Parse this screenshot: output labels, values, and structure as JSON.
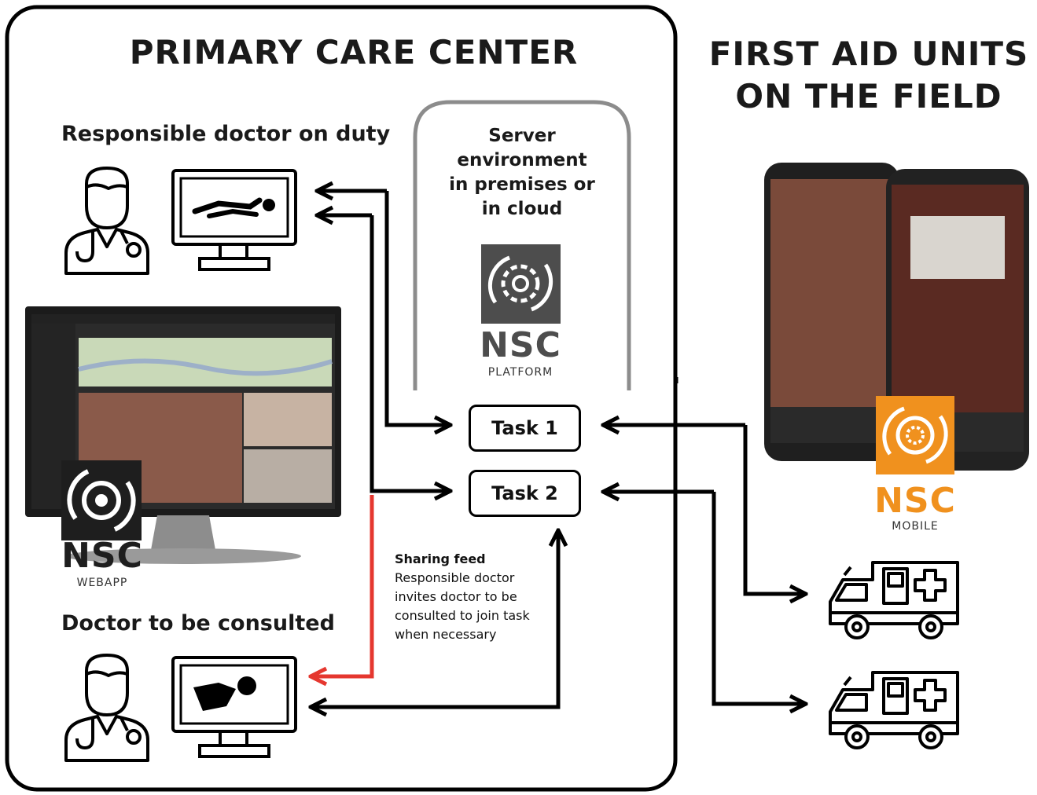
{
  "primary_title": "PRIMARY CARE CENTER",
  "field_title_line1": "FIRST AID UNITS",
  "field_title_line2": "ON THE FIELD",
  "responsible_label": "Responsible doctor on duty",
  "consulted_label": "Doctor to be consulted",
  "server": {
    "line1": "Server",
    "line2": "environment",
    "line3": "in premises or",
    "line4": "in cloud"
  },
  "platform_logo": {
    "name": "NSC",
    "sub": "PLATFORM",
    "color": "#4d4d4d"
  },
  "webapp_logo": {
    "name": "NSC",
    "sub": "WEBAPP",
    "color": "#1e1e1e"
  },
  "mobile_logo": {
    "name": "NSC",
    "sub": "MOBILE",
    "color": "#f0911e"
  },
  "tasks": [
    {
      "label": "Task 1"
    },
    {
      "label": "Task 2"
    }
  ],
  "sharing_note": {
    "heading": "Sharing feed",
    "line1": "Responsible doctor",
    "line2": "invites doctor to be",
    "line3": "consulted to join task",
    "line4": "when necessary"
  },
  "colors": {
    "accent_red": "#e5372f",
    "server_border": "#8c8c8c"
  }
}
